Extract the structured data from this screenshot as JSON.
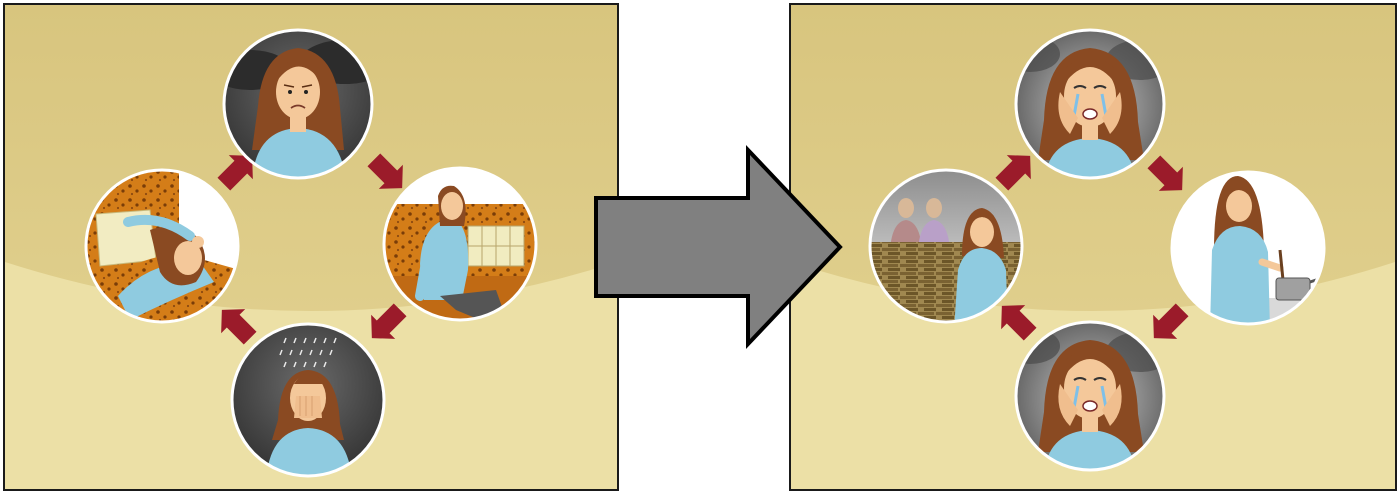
{
  "colors": {
    "panel_top": "#d8c57e",
    "panel_bottom": "#ece0a6",
    "panel_border": "#1a1a1a",
    "cycle_arrow": "#9b1b2a",
    "big_arrow": "#808080",
    "skin": "#f4c89a",
    "hair": "#8a4a22",
    "shirt": "#8fcbe0",
    "storm": "#3f3f3f",
    "sofa": "#d17a1a"
  },
  "panels": [
    {
      "name": "left-cycle-panel",
      "scenes": [
        {
          "name": "sad-woman-storm-scene",
          "icon": "sad-woman-storm-cloud-icon"
        },
        {
          "name": "woman-collapsed-on-sofa-scene",
          "icon": "exhausted-on-sofa-icon"
        },
        {
          "name": "crying-woman-rain-scene",
          "icon": "crying-rain-cloud-icon"
        },
        {
          "name": "woman-lying-in-bed-scene",
          "icon": "lying-in-bed-headache-icon"
        }
      ]
    },
    {
      "name": "right-cycle-panel",
      "scenes": [
        {
          "name": "distressed-woman-crying-scene-top",
          "icon": "crying-hands-on-face-icon"
        },
        {
          "name": "woman-cooking-scene",
          "icon": "cooking-pot-icon"
        },
        {
          "name": "distressed-woman-crying-scene-bottom",
          "icon": "crying-hands-on-face-icon"
        },
        {
          "name": "woman-with-friends-behind-wall-scene",
          "icon": "friends-behind-wall-icon"
        }
      ]
    }
  ],
  "transition_arrow": {
    "icon": "right-arrow-icon"
  }
}
